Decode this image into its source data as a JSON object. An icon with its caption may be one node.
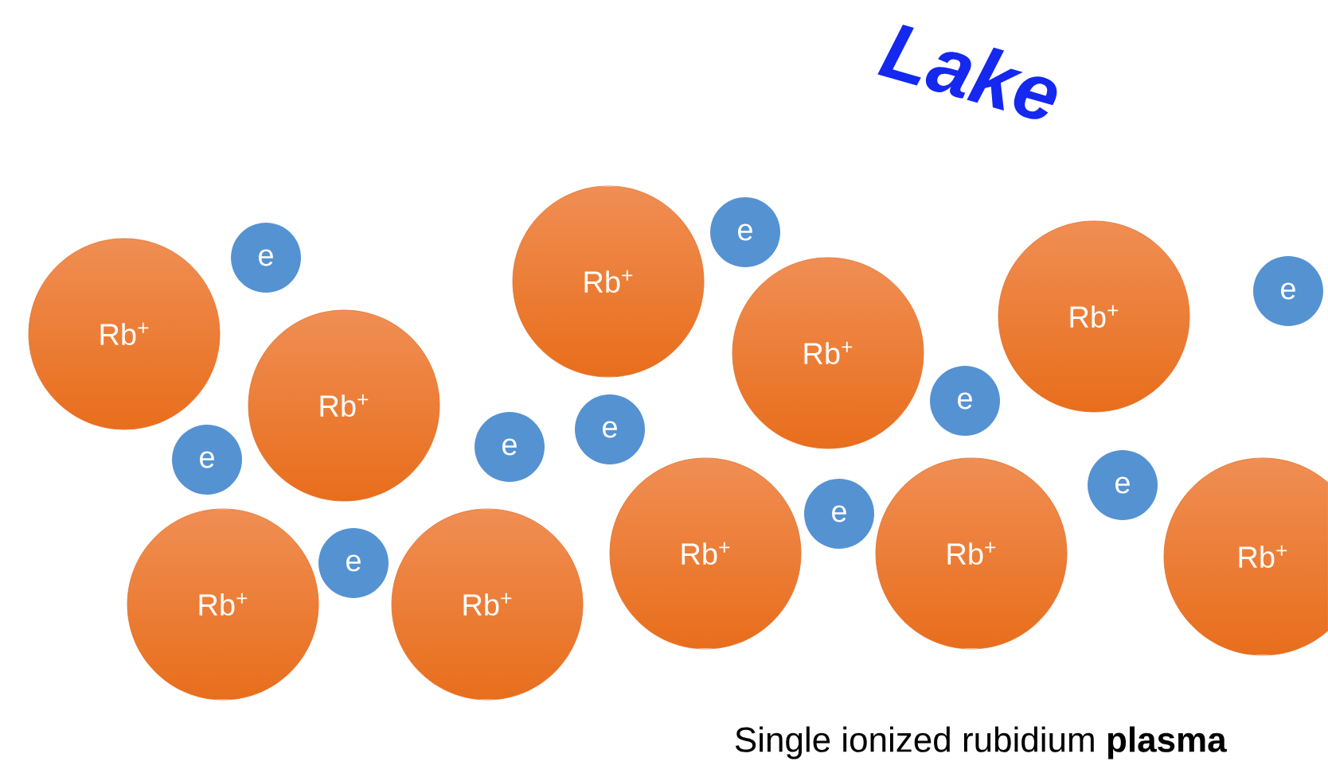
{
  "diagram": {
    "title": "Lake",
    "caption": "Single ionized rubidium **plasma**",
    "nodes": [
      {
        "text": [
          "e"
        ]
      },
      {
        "text": [
          "e"
        ]
      },
      {
        "text": [
          "Rb$^{+}$"
        ]
      },
      {
        "text": [
          "e"
        ]
      },
      {
        "text": [
          "Rb$^{+}$"
        ]
      },
      {
        "text": [
          "Rb$^{+}$"
        ]
      },
      {
        "text": [
          "Rb$^{+}$"
        ]
      },
      {
        "text": [
          "e"
        ]
      },
      {
        "text": [
          "Rb$^{+}$"
        ]
      },
      {
        "text": [
          "e"
        ]
      },
      {
        "text": [
          "e"
        ]
      },
      {
        "text": [
          "e"
        ]
      },
      {
        "text": [
          "e"
        ]
      },
      {
        "text": [
          "e"
        ]
      },
      {
        "text": [
          "Rb$^{+}$"
        ]
      },
      {
        "text": [
          "Rb$^{+}$"
        ]
      },
      {
        "text": [
          "Rb$^{+}$"
        ]
      },
      {
        "text": [
          "e"
        ]
      },
      {
        "text": [
          "Rb$^{+}$"
        ]
      },
      {
        "text": [
          "Rb$^{+}$"
        ]
      }
    ]
  }
}
